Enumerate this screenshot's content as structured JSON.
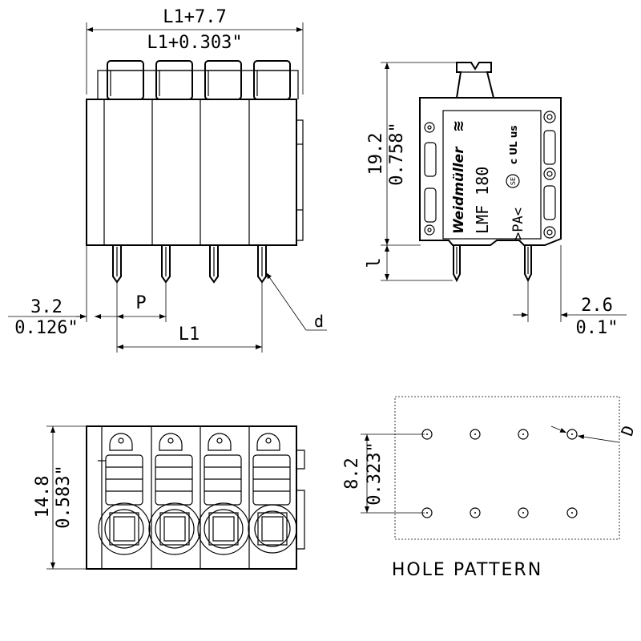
{
  "front_view": {
    "dim_total_mm": "L1+7.7",
    "dim_total_in": "L1+0.303\"",
    "dim_offset_mm": "3.2",
    "dim_offset_in": "0.126\"",
    "dim_pitch": "P",
    "dim_length": "L1",
    "dim_pin": "d"
  },
  "side_view": {
    "dim_height_mm": "19.2",
    "dim_height_in": "0.758\"",
    "dim_pin_length": "l",
    "dim_offset_mm": "2.6",
    "dim_offset_in": "0.1\"",
    "brand": "Weidmüller",
    "model": "LMF 180",
    "material": ">PA<",
    "cert_ul": "c UL us",
    "cert_csa": "SE"
  },
  "bottom_view": {
    "dim_depth_mm": "14.8",
    "dim_depth_in": "0.583\""
  },
  "hole_pattern": {
    "title": "HOLE PATTERN",
    "dim_row_mm": "8.2",
    "dim_row_in": "0.323\"",
    "dim_hole": "D"
  }
}
